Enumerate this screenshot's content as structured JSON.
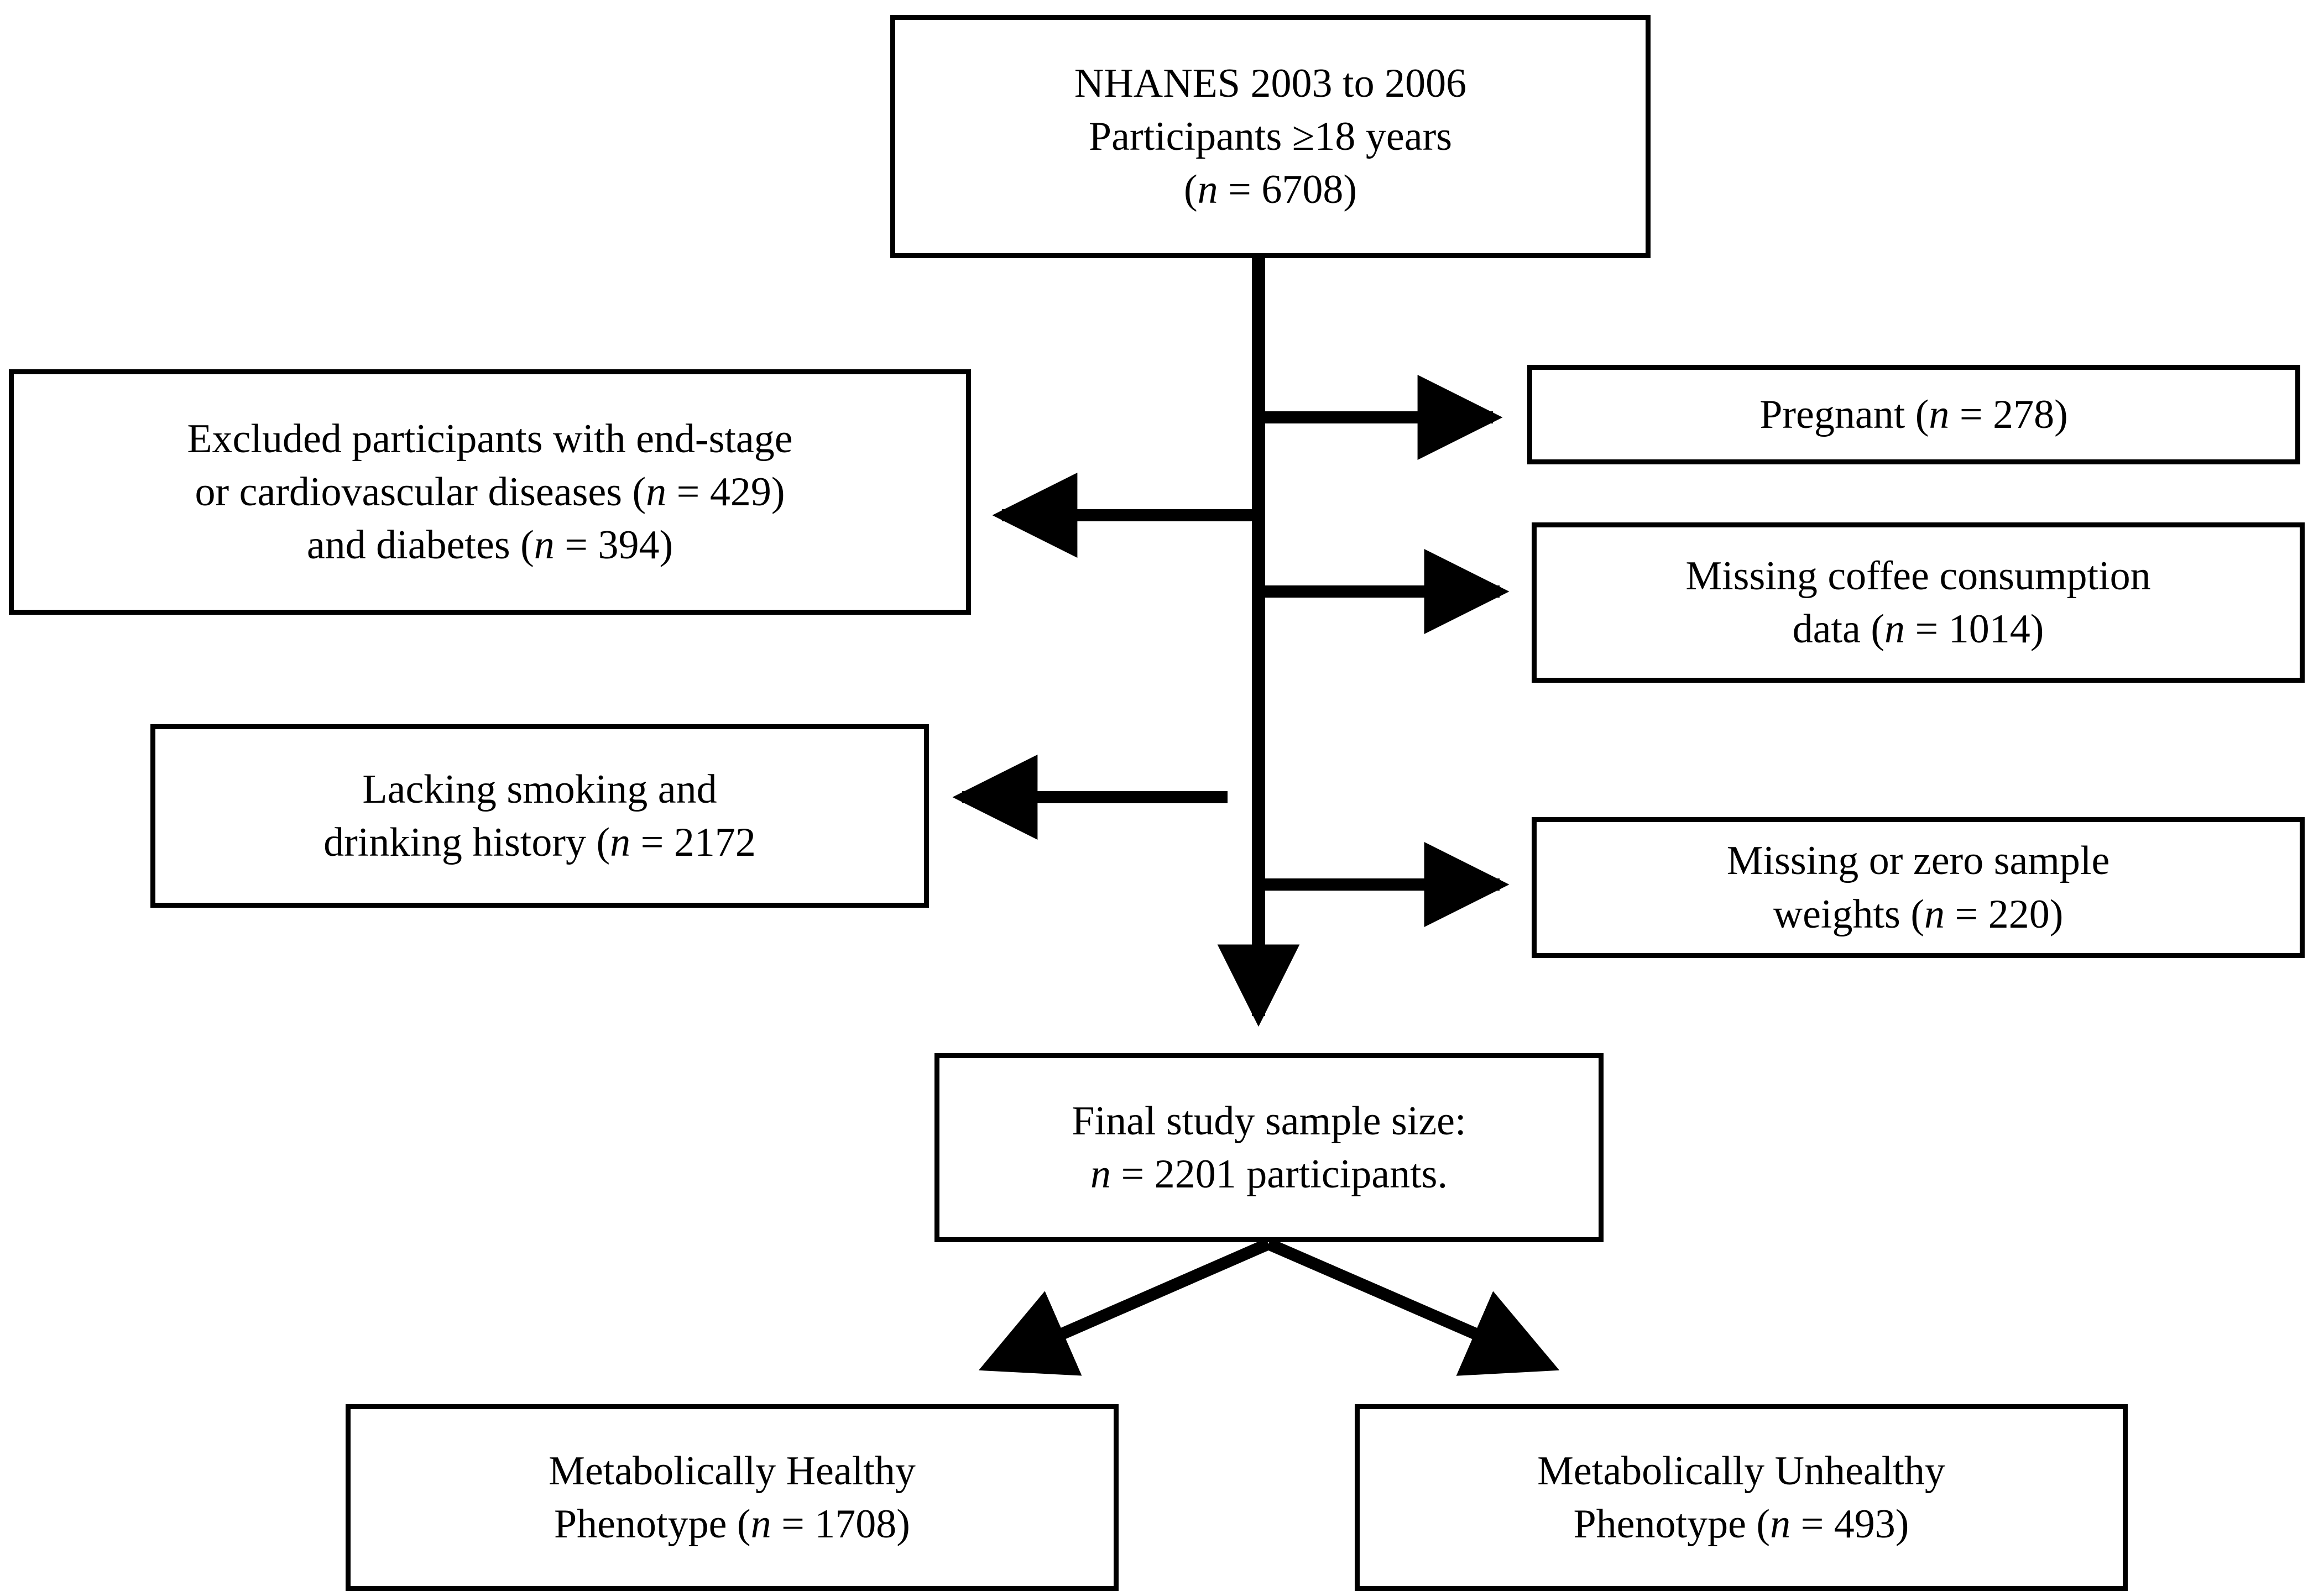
{
  "diagram": {
    "type": "flowchart",
    "title": "NHANES participant selection flow diagram",
    "colors": {
      "background": "#ffffff",
      "stroke": "#000000",
      "text": "#000000"
    },
    "nodes": {
      "source": {
        "id": "source",
        "role": "start",
        "line1": "NHANES 2003 to 2006",
        "line2_pre": "Participants ",
        "line2_sym": "≥",
        "line2_post": "18 years",
        "line3_pre": "(",
        "line3_n": "n",
        "line3_post": " = 6708)",
        "count": 6708
      },
      "excluded": {
        "id": "excluded",
        "role": "exclusion",
        "line1": "Excluded participants with end-stage",
        "line2_pre": "or cardiovascular diseases (",
        "line2_n": "n",
        "line2_post": " = 429)",
        "line3_pre": "and diabetes (",
        "line3_n": "n",
        "line3_post": " = 394)",
        "count_cvd": 429,
        "count_diabetes": 394
      },
      "pregnant": {
        "id": "pregnant",
        "role": "exclusion",
        "line1_pre": "Pregnant (",
        "line1_n": "n",
        "line1_post": " = 278)",
        "count": 278
      },
      "coffee": {
        "id": "coffee",
        "role": "exclusion",
        "line1": "Missing coffee consumption",
        "line2_pre": "data (",
        "line2_n": "n",
        "line2_post": " = 1014)",
        "count": 1014
      },
      "smoking": {
        "id": "smoking",
        "role": "exclusion",
        "line1": "Lacking smoking and",
        "line2_pre": "drinking history (",
        "line2_n": "n",
        "line2_post": " = 2172",
        "count": 2172
      },
      "weights": {
        "id": "weights",
        "role": "exclusion",
        "line1": "Missing or zero sample",
        "line2_pre": "weights (",
        "line2_n": "n",
        "line2_post": " = 220)",
        "count": 220
      },
      "final": {
        "id": "final",
        "role": "result",
        "line1": "Final study sample size:",
        "line2_n": "n",
        "line2_post": " = 2201 participants.",
        "count": 2201
      },
      "healthy": {
        "id": "healthy",
        "role": "outcome",
        "line1": "Metabolically Healthy",
        "line2_pre": "Phenotype (",
        "line2_n": "n",
        "line2_post": " = 1708)",
        "count": 1708
      },
      "unhealthy": {
        "id": "unhealthy",
        "role": "outcome",
        "line1": "Metabolically Unhealthy",
        "line2_pre": "Phenotype (",
        "line2_n": "n",
        "line2_post": " = 493)",
        "count": 493
      }
    },
    "edges": [
      {
        "id": "trunk",
        "from": "source",
        "to": "final",
        "direction": "down",
        "label": ""
      },
      {
        "id": "to-pregnant",
        "from": "trunk",
        "to": "pregnant",
        "direction": "right",
        "label": ""
      },
      {
        "id": "to-excluded",
        "from": "trunk",
        "to": "excluded",
        "direction": "left",
        "label": ""
      },
      {
        "id": "to-coffee",
        "from": "trunk",
        "to": "coffee",
        "direction": "right",
        "label": ""
      },
      {
        "id": "to-smoking",
        "from": "trunk",
        "to": "smoking",
        "direction": "left",
        "label": ""
      },
      {
        "id": "to-weights",
        "from": "trunk",
        "to": "weights",
        "direction": "right",
        "label": ""
      },
      {
        "id": "final-to-healthy",
        "from": "final",
        "to": "healthy",
        "direction": "down-left",
        "label": ""
      },
      {
        "id": "final-to-unhealthy",
        "from": "final",
        "to": "unhealthy",
        "direction": "down-right",
        "label": ""
      }
    ]
  }
}
